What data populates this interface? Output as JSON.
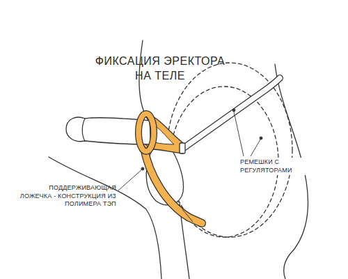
{
  "diagram": {
    "title": "ФИКСАЦИЯ ЭРЕКТОРА НА ТЕЛЕ",
    "labels": [
      "ПОДДЕРЖИВАЮЩАЯ ЛОЖЕЧКА - КОНСТРУКЦИЯ ИЗ ПОЛИМЕРА ТЭП",
      "РЕМЕШКИ С РЕГУЛЯТОРАМИ"
    ]
  }
}
